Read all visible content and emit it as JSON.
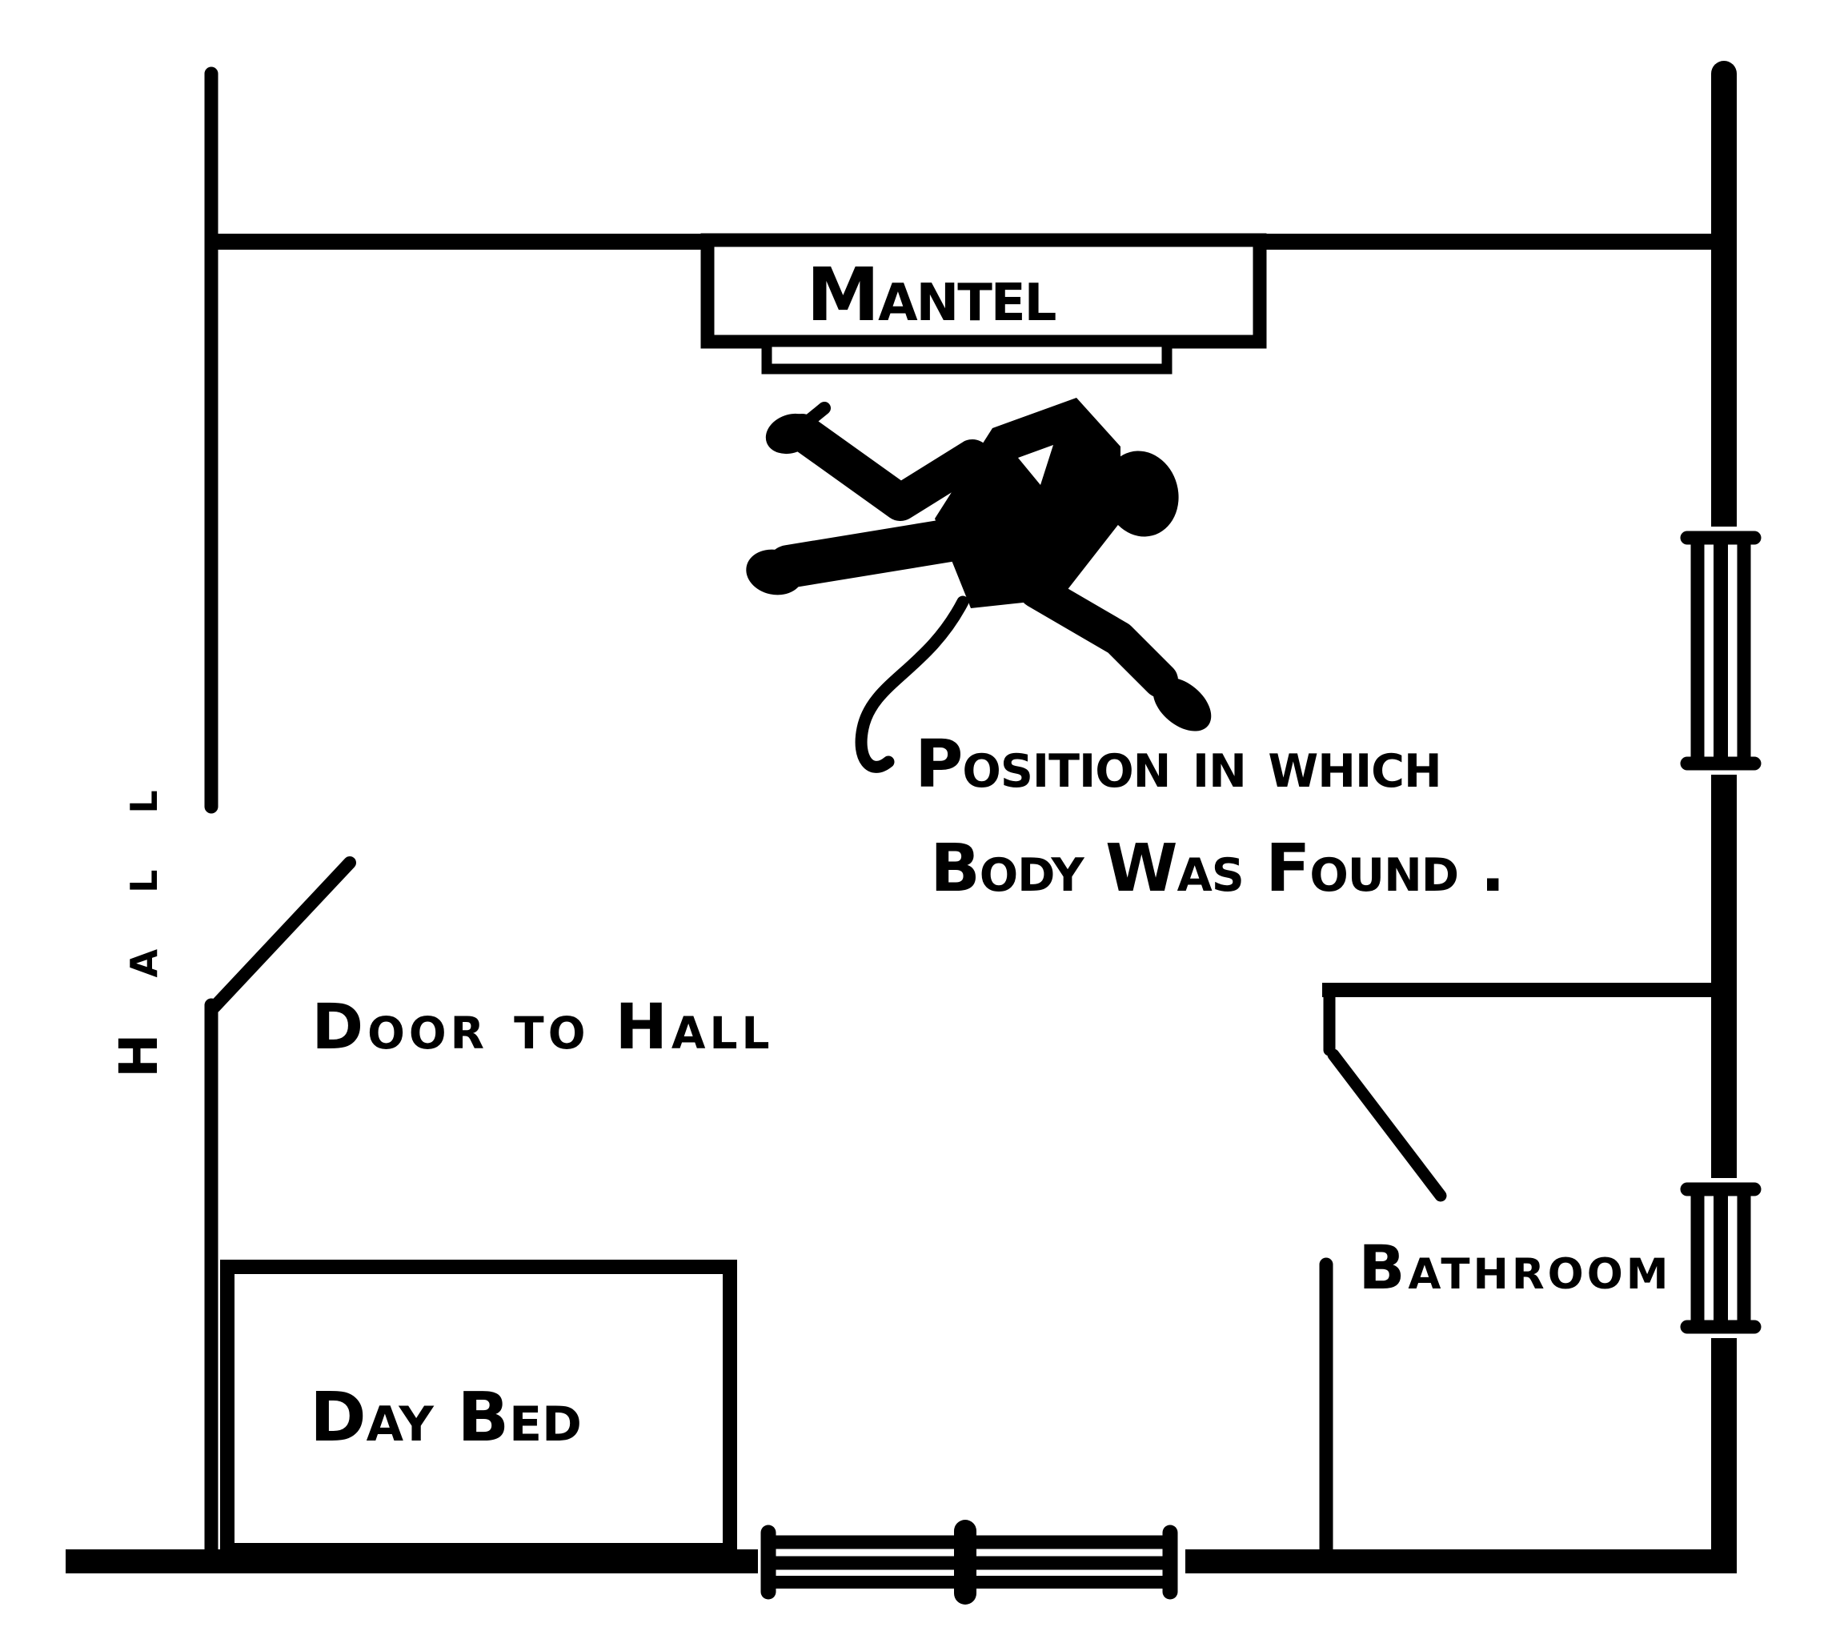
{
  "colors": {
    "ink": "#000000",
    "paper": "#ffffff"
  },
  "labels": {
    "mantel": "Mantel",
    "annotation_line1": "Position in which",
    "annotation_line2": "Body Was Found .",
    "door_to_hall": "Door to Hall",
    "hall": "Hall",
    "day_bed": "Day Bed",
    "bathroom": "Bathroom"
  },
  "features": {
    "type": "hand-drawn crime-scene floor plan",
    "body_silhouette": "silhouette of a man lying on the floor in front of the mantel, head to the right",
    "leader_line": "curved line connecting the annotation text to the body",
    "rooms": [
      "Hall (outside left wall)",
      "Main room",
      "Bathroom (lower right)"
    ],
    "furniture": [
      "Mantel with hearth on top wall",
      "Day Bed in lower left corner"
    ],
    "doors": [
      "Door to Hall shown swung open on left wall",
      "Bathroom door shown swung open on bathroom partition"
    ],
    "windows": [
      "upper window on right wall",
      "lower window on right wall",
      "double window on bottom wall"
    ]
  }
}
